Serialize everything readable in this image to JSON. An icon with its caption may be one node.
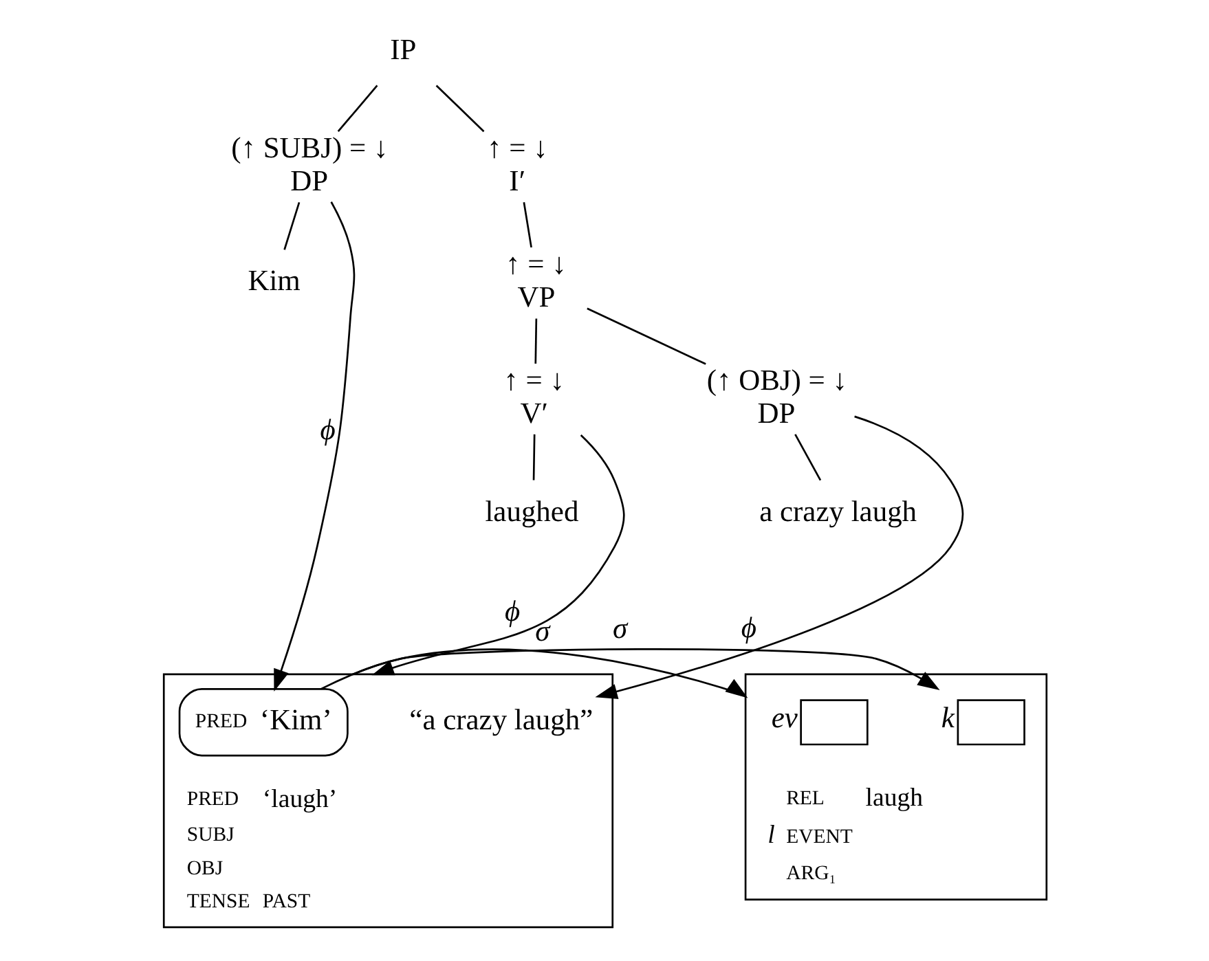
{
  "diagram": {
    "nodes": [
      {
        "text": [
          "IP"
        ]
      },
      {
        "text": [
          "(↑ SUBJ) = ↓",
          "DP"
        ]
      },
      {
        "text": [
          "↑ = ↓",
          "I′"
        ]
      },
      {
        "text": [
          "Kim"
        ]
      },
      {
        "text": [
          "↑ = ↓",
          "VP"
        ]
      },
      {
        "text": [
          "↑ = ↓",
          "V′"
        ]
      },
      {
        "text": [
          "(↑ OBJ) = ↓",
          "DP"
        ]
      },
      {
        "text": [
          "laughed"
        ]
      },
      {
        "text": [
          "a crazy laugh"
        ]
      },
      {
        "text": [
          "PRED",
          "‘laugh’",
          "SUBJ",
          "OBJ",
          "TENSE",
          "PAST"
        ]
      },
      {
        "text": [
          "PRED",
          "‘Kim’"
        ],
        "in": 9
      },
      {
        "text": [
          "“a crazy laugh”"
        ],
        "in": 9
      },
      {
        "text": [
          "REL",
          "laugh",
          "EVENT",
          "ARG₁"
        ],
        "beside": [
          "l"
        ]
      },
      {
        "text": [],
        "shape": "box",
        "in": 12,
        "beside": [
          "ev"
        ]
      },
      {
        "text": [],
        "shape": "box",
        "in": 12,
        "beside": [
          "k"
        ]
      }
    ],
    "edges": [
      {
        "from": 0,
        "to": 1,
        "arrow": "none"
      },
      {
        "from": 0,
        "to": 2,
        "arrow": "none"
      },
      {
        "from": 1,
        "to": 3,
        "arrow": "none"
      },
      {
        "from": 2,
        "to": 4,
        "arrow": "none"
      },
      {
        "from": 4,
        "to": 5,
        "arrow": "none"
      },
      {
        "from": 4,
        "to": 6,
        "arrow": "none"
      },
      {
        "from": 5,
        "to": 7,
        "arrow": "none"
      },
      {
        "from": 6,
        "to": 8,
        "arrow": "none"
      },
      {
        "from": 1,
        "to": 10,
        "label": "ϕ",
        "arrow": "to"
      },
      {
        "from": 5,
        "to": 9,
        "label": "ϕ",
        "arrow": "to"
      },
      {
        "from": 6,
        "to": 11,
        "label": "ϕ",
        "arrow": "to"
      },
      {
        "from": 9,
        "to": 12,
        "label": "σ",
        "arrow": "to"
      },
      {
        "from": 10,
        "to": 14,
        "label": "σ",
        "arrow": "to"
      }
    ]
  }
}
